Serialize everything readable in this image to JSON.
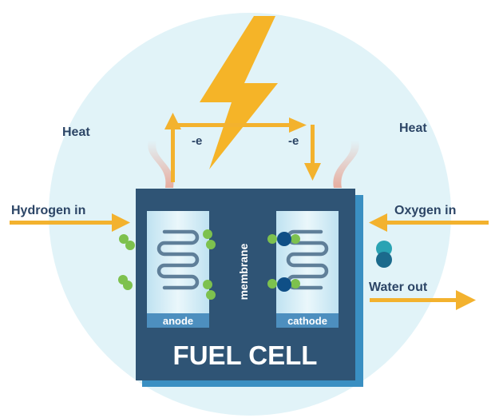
{
  "labels": {
    "heat_left": "Heat",
    "heat_right": "Heat",
    "electron_left": "-e",
    "electron_right": "-e",
    "hydrogen_in": "Hydrogen in",
    "oxygen_in": "Oxygen in",
    "water_out": "Water out",
    "membrane": "membrane",
    "anode": "anode",
    "cathode": "cathode",
    "title": "FUEL CELL"
  },
  "colors": {
    "background_circle": "#e1f3f8",
    "cell_body": "#2f5475",
    "cell_shadow": "#3a8fc2",
    "electrode_panel": "#d9eef7",
    "electrode_channel": "#5f7f99",
    "hydrogen": "#7dc14e",
    "oxygen": "#0f4f86",
    "water": "#2aa3b3",
    "arrow": "#f3b22e",
    "lightning": "#f5b428",
    "heat": "#e8a99a",
    "text_dark": "#2c4566",
    "text_light": "#ffffff"
  },
  "icons": [
    "lightning-bolt-icon",
    "heat-wave-icon",
    "arrow-icon"
  ]
}
